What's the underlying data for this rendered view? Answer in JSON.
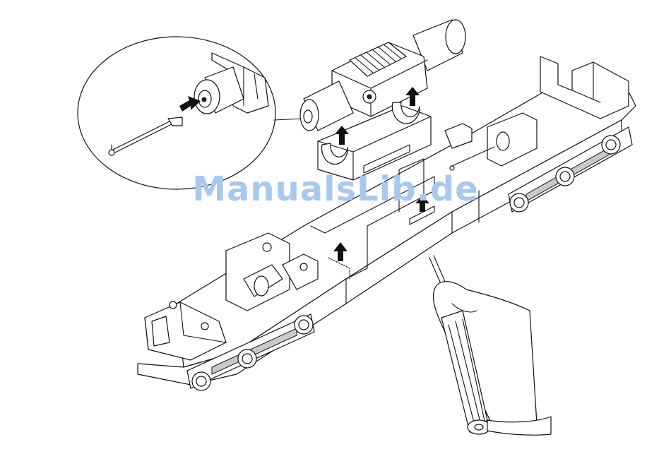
{
  "watermark": {
    "text": "ManualsLib.de",
    "color": "#a9c8ee"
  },
  "icons": {
    "detail_callout": "magnifier-circle",
    "lift_arrows": "up-arrow",
    "insert_arrow": "right-arrow",
    "hand_tool": "screwdriver"
  }
}
